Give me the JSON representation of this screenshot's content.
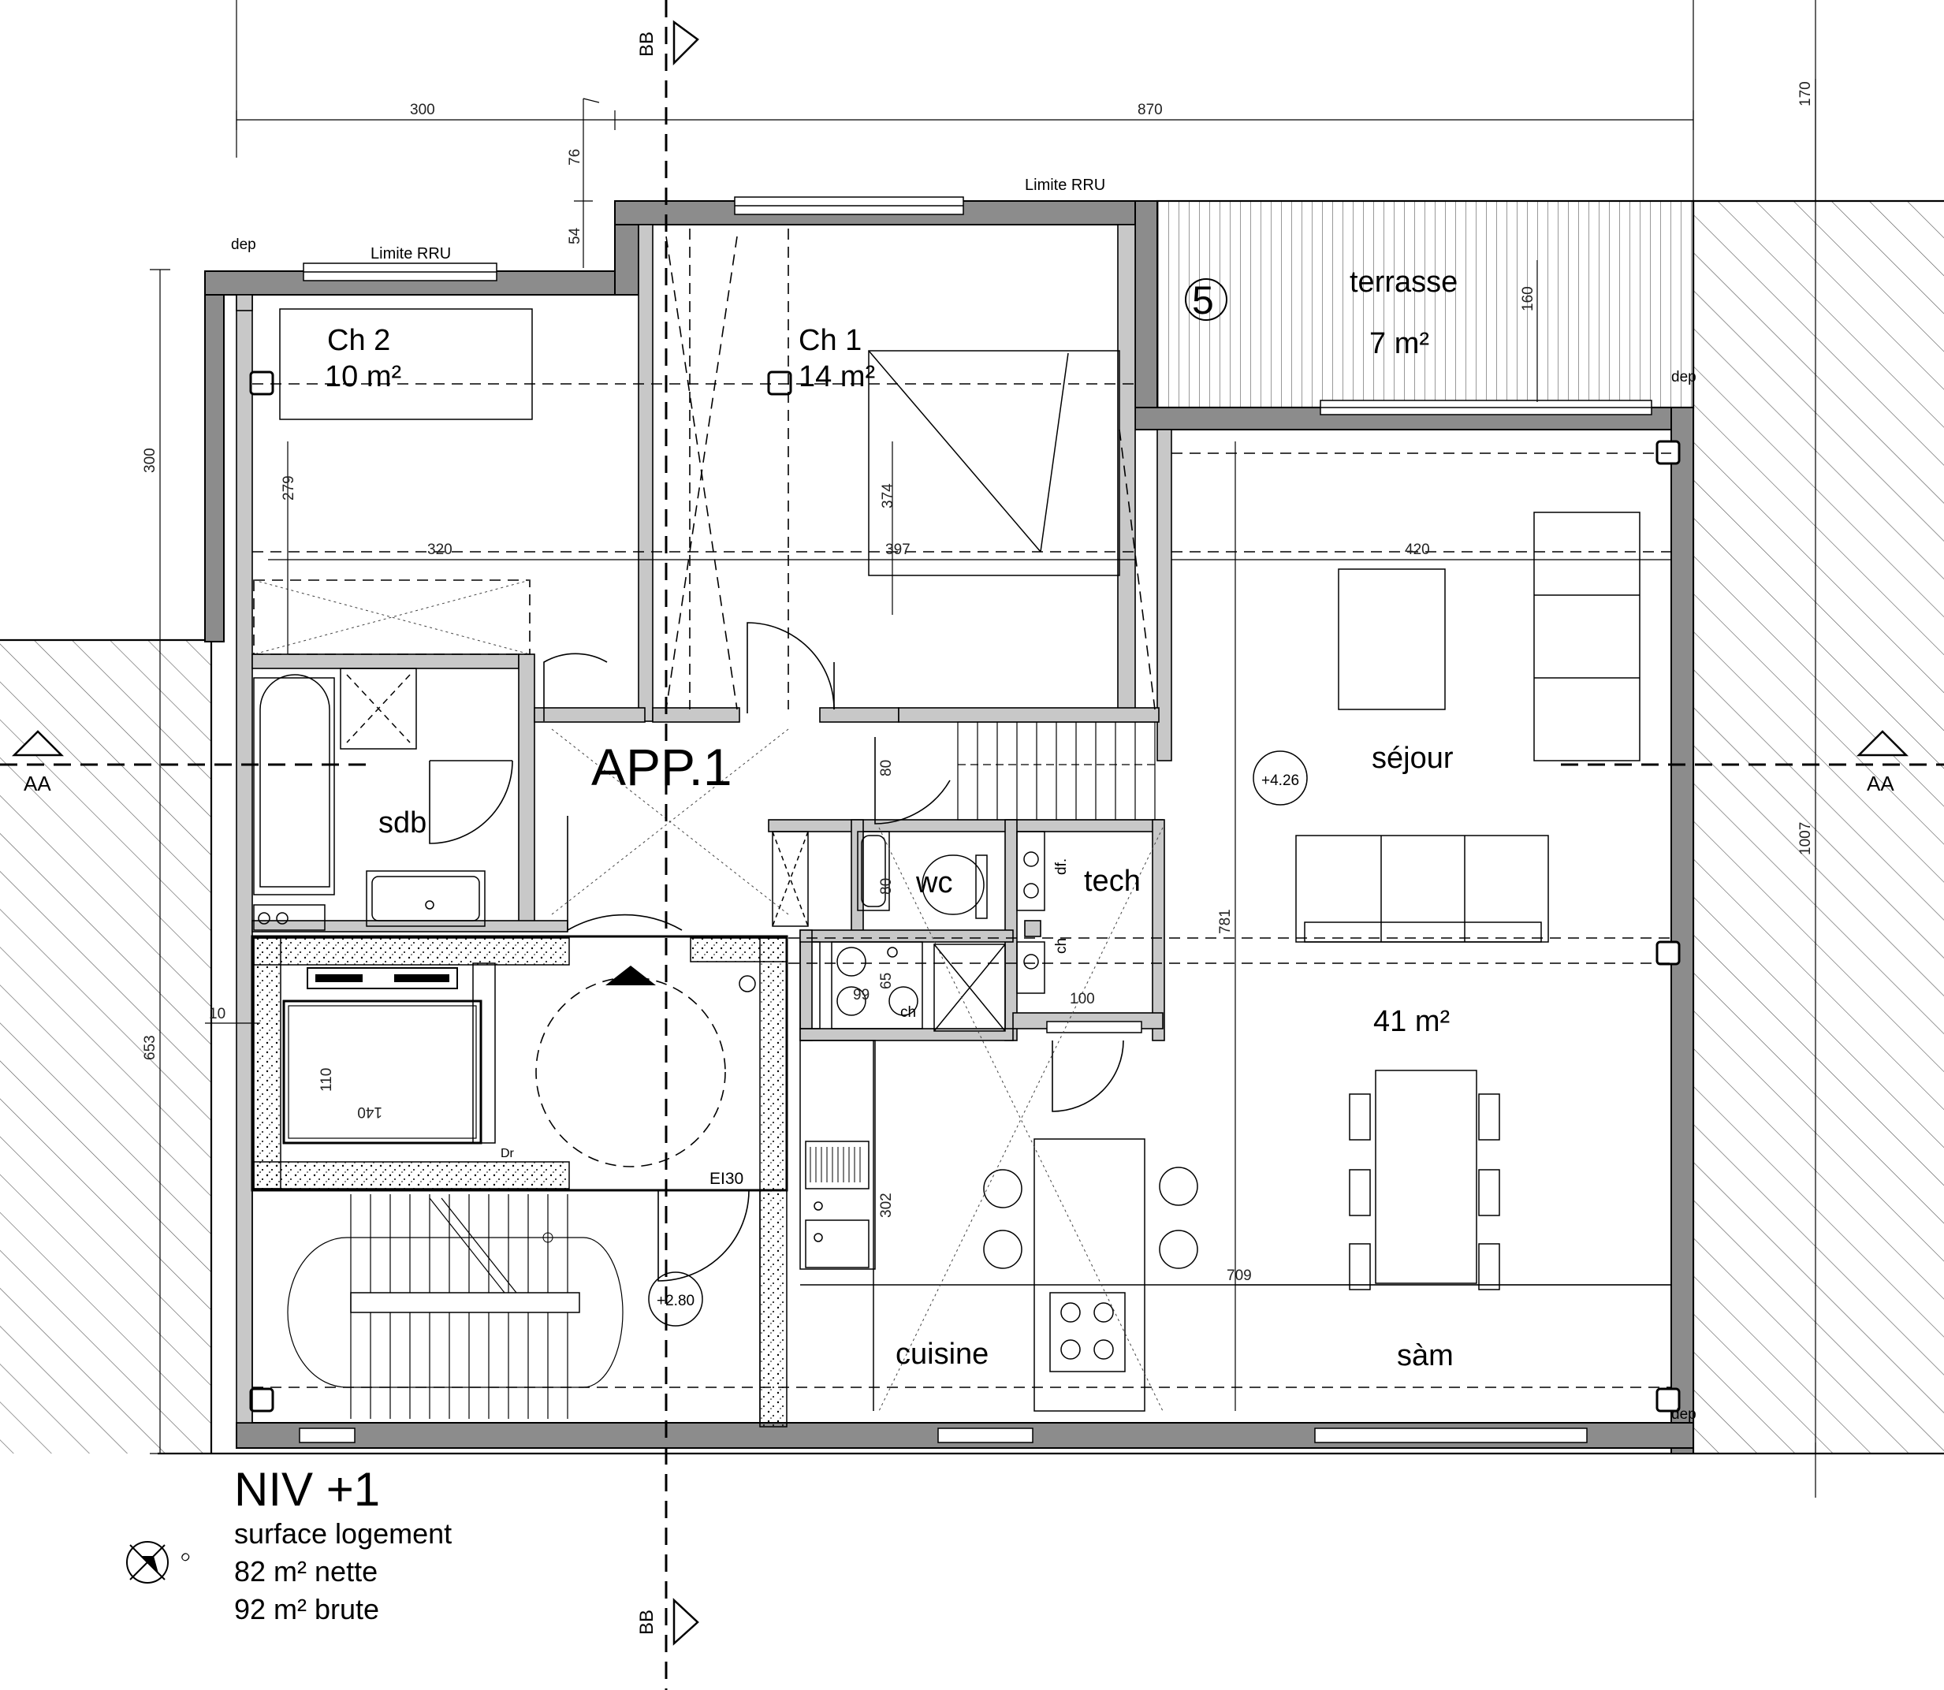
{
  "colors": {
    "ink": "#000000",
    "wall": "#8c8c8c",
    "wall_light": "#c8c8c8",
    "paper": "#ffffff"
  },
  "icons": {
    "compass": "compass-rose-icon",
    "section_marker": "section-arrow-icon"
  },
  "level": {
    "title": "NIV +1",
    "surface_label": "surface logement",
    "net": "82 m² nette",
    "gross": "92 m² brute"
  },
  "apartment": {
    "label": "APP.1"
  },
  "rooms": {
    "ch2": {
      "name": "Ch 2",
      "area": "10 m²"
    },
    "ch1": {
      "name": "Ch 1",
      "area": "14 m²"
    },
    "terrace": {
      "name": "terrasse",
      "area": "7 m²",
      "number": "5"
    },
    "sejour": {
      "name": "séjour",
      "area": "41 m²"
    },
    "sdb": {
      "name": "sdb"
    },
    "wc": {
      "name": "wc"
    },
    "tech": {
      "name": "tech"
    },
    "cuisine": {
      "name": "cuisine"
    },
    "sam": {
      "name": "sàm"
    }
  },
  "limits": {
    "rru_left": "Limite RRU",
    "rru_right": "Limite RRU"
  },
  "sections": {
    "aa": "AA",
    "bb": "BB"
  },
  "levels": {
    "sejour": "+4.26",
    "stair": "+2.80"
  },
  "fire_rating": "EI30",
  "small_labels": {
    "dep": "dep",
    "df": "df.",
    "ch": "ch",
    "dr": "Dr"
  },
  "dimensions": {
    "top_left": "300",
    "top_right": "870",
    "top_far_right": "170",
    "offset_76": "76",
    "offset_54": "54",
    "left_300": "300",
    "left_653": "653",
    "left_10": "10",
    "right_1007": "1007",
    "ch2_width": "320",
    "ch2_depth": "279",
    "ch1_width": "397",
    "ch1_depth": "374",
    "sejour_width": "420",
    "terrace_depth": "160",
    "passage_80": "80",
    "wc_80": "80",
    "wc_65": "65",
    "wc_99": "99",
    "tech_100": "100",
    "lift_110": "110",
    "lift_140": "140",
    "kitchen_302": "302",
    "living_781": "781",
    "living_709": "709"
  }
}
